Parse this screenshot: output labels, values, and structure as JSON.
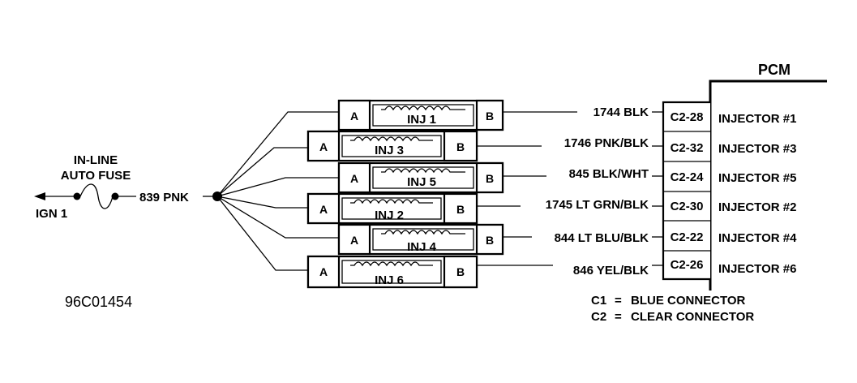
{
  "fuse": {
    "label_line1": "IN-LINE",
    "label_line2": "AUTO FUSE",
    "source_label": "IGN 1",
    "feed_wire": "839 PNK"
  },
  "pcm": {
    "title": "PCM"
  },
  "injectors": [
    {
      "name": "INJ 1",
      "pin_a": "A",
      "pin_b": "B",
      "wire": "1744 BLK",
      "terminal": "C2-28",
      "pcm_label": "INJECTOR #1"
    },
    {
      "name": "INJ 3",
      "pin_a": "A",
      "pin_b": "B",
      "wire": "1746 PNK/BLK",
      "terminal": "C2-32",
      "pcm_label": "INJECTOR #3"
    },
    {
      "name": "INJ 5",
      "pin_a": "A",
      "pin_b": "B",
      "wire": "845 BLK/WHT",
      "terminal": "C2-24",
      "pcm_label": "INJECTOR #5"
    },
    {
      "name": "INJ 2",
      "pin_a": "A",
      "pin_b": "B",
      "wire": "1745 LT GRN/BLK",
      "terminal": "C2-30",
      "pcm_label": "INJECTOR #2"
    },
    {
      "name": "INJ 4",
      "pin_a": "A",
      "pin_b": "B",
      "wire": "844 LT BLU/BLK",
      "terminal": "C2-22",
      "pcm_label": "INJECTOR #4"
    },
    {
      "name": "INJ 6",
      "pin_a": "A",
      "pin_b": "B",
      "wire": "846 YEL/BLK",
      "terminal": "C2-26",
      "pcm_label": "INJECTOR #6"
    }
  ],
  "legend": [
    {
      "key": "C1",
      "eq": "=",
      "text": "BLUE CONNECTOR"
    },
    {
      "key": "C2",
      "eq": "=",
      "text": "CLEAR CONNECTOR"
    }
  ],
  "figure_code": "96C01454"
}
